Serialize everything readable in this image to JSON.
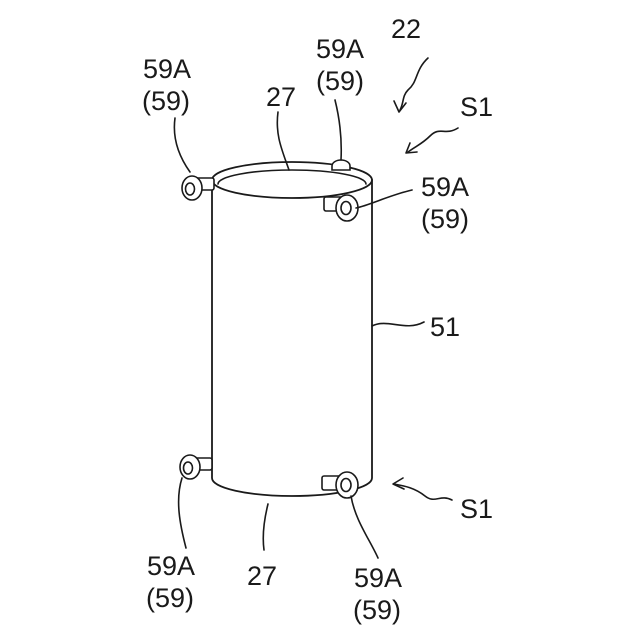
{
  "figure": {
    "labels": {
      "assembly": "22",
      "section_top": "S1",
      "section_bottom": "S1",
      "cylinder": "51",
      "end_top": "27",
      "end_bottom": "27",
      "roller_tl_a": "59A",
      "roller_tl_b": "(59)",
      "roller_tr_a": "59A",
      "roller_tr_b": "(59)",
      "roller_rm_a": "59A",
      "roller_rm_b": "(59)",
      "roller_bl_a": "59A",
      "roller_bl_b": "(59)",
      "roller_br_a": "59A",
      "roller_br_b": "(59)"
    },
    "colors": {
      "line": "#1a1a1a",
      "background": "#ffffff"
    }
  }
}
